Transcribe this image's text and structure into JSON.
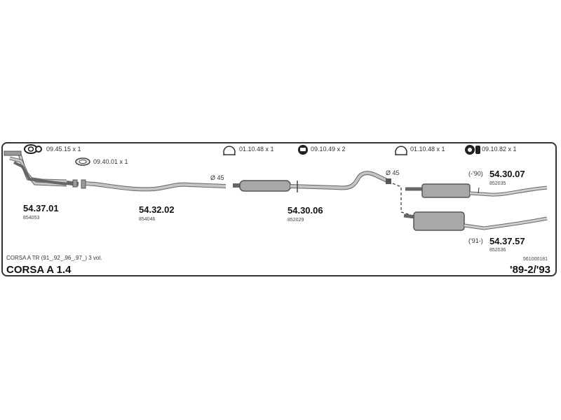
{
  "hardware": [
    {
      "code": "09.45.15 x 1",
      "icon": "gasket-icon"
    },
    {
      "code": "09.40.01 x 1",
      "icon": "ring-gasket-icon"
    },
    {
      "code": "01.10.48 x 1",
      "icon": "clamp-icon"
    },
    {
      "code": "09.10.49 x 2",
      "icon": "rubber-hanger-icon"
    },
    {
      "code": "01.10.48 x 1",
      "icon": "clamp-icon"
    },
    {
      "code": "09.10.82 x 1",
      "icon": "rubber-mount-icon"
    }
  ],
  "parts": [
    {
      "number": "54.37.01",
      "ref": "854053",
      "name": "front-pipe"
    },
    {
      "number": "54.32.02",
      "ref": "854046",
      "name": "intermediate-pipe"
    },
    {
      "number": "54.30.06",
      "ref": "852029",
      "name": "center-silencer"
    },
    {
      "number": "54.30.07",
      "ref": "852035",
      "name": "rear-silencer-upper",
      "variant": "(-'90)"
    },
    {
      "number": "54.37.57",
      "ref": "852036",
      "name": "rear-silencer-lower",
      "variant": "('91-)"
    }
  ],
  "diameters": [
    "Ø 45",
    "Ø 45"
  ],
  "vehicle_note": "CORSA A TR (91_,92_,96_,97_) 3 vol.",
  "diagram_code": "561000181",
  "model": "CORSA A 1.4",
  "years": "'89-2/'93",
  "colors": {
    "pipe": "#b3b3b3",
    "outline": "#555555",
    "frame": "#333333"
  }
}
